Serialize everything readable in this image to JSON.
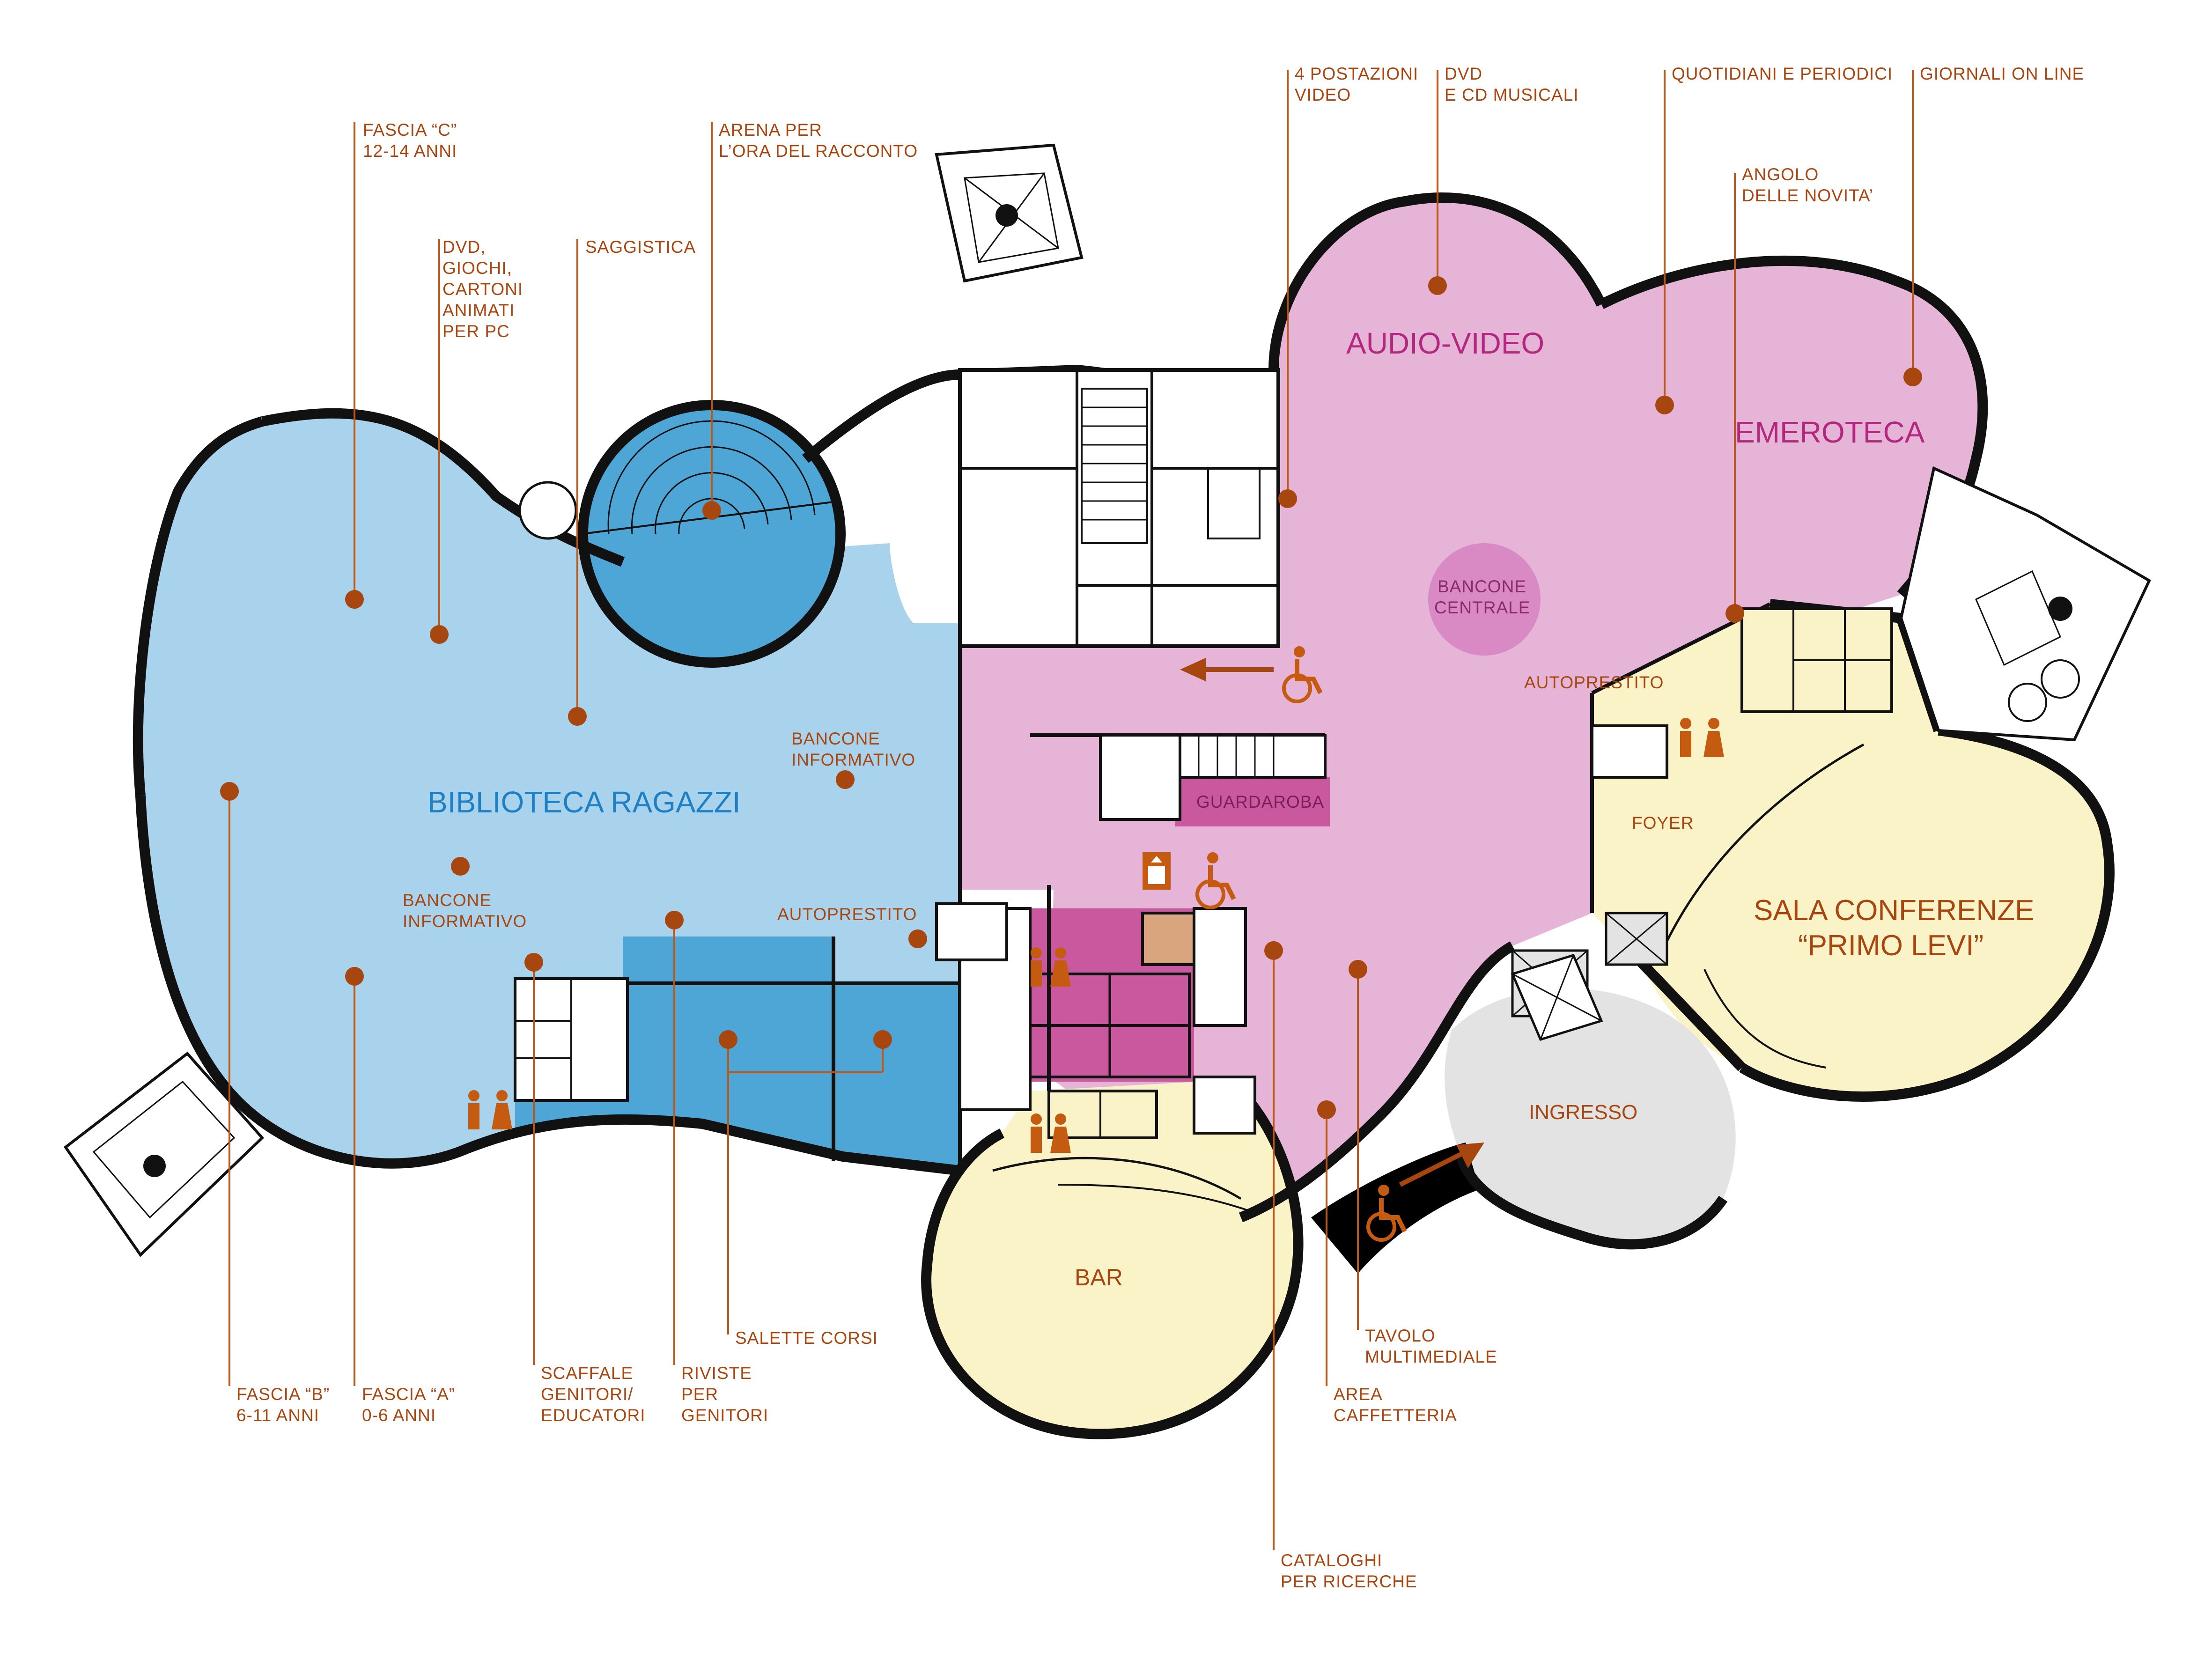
{
  "colors": {
    "ragazzi": "#a9d3ec",
    "ragazzi_dark": "#4da6d6",
    "audio_video": "#e6b4d6",
    "guardaroba": "#c9589f",
    "conferenze": "#fbf3c8",
    "ingresso": "#e3e3e3",
    "accent": "#a8460f"
  },
  "rooms": {
    "biblioteca_ragazzi": "BIBLIOTECA RAGAZZI",
    "audio_video": "AUDIO-VIDEO",
    "emeroteca": "EMEROTECA",
    "sala_conferenze_1": "SALA CONFERENZE",
    "sala_conferenze_2": "“PRIMO LEVI”",
    "bar": "BAR",
    "ingresso": "INGRESSO",
    "foyer": "FOYER",
    "guardaroba": "GUARDAROBA",
    "bancone_centrale_1": "BANCONE",
    "bancone_centrale_2": "CENTRALE"
  },
  "inner_labels": {
    "bancone_informativo_a": [
      "BANCONE",
      "INFORMATIVO"
    ],
    "bancone_informativo_b": [
      "BANCONE",
      "INFORMATIVO"
    ],
    "autoprestito_a": "AUTOPRESTITO",
    "autoprestito_b": "AUTOPRESTITO"
  },
  "callouts_top": {
    "fascia_c": [
      "FASCIA “C”",
      "12-14 ANNI"
    ],
    "arena": [
      "ARENA PER",
      "L’ORA DEL RACCONTO"
    ],
    "dvd_giochi": [
      "DVD,",
      "GIOCHI,",
      "CARTONI",
      "ANIMATI",
      "PER PC"
    ],
    "saggistica": [
      "SAGGISTICA"
    ],
    "postazioni_video": [
      "4 POSTAZIONI",
      "VIDEO"
    ],
    "dvd_cd": [
      "DVD",
      "E CD MUSICALI"
    ],
    "quotidiani": [
      "QUOTIDIANI E PERIODICI"
    ],
    "giornali": [
      "GIORNALI ON LINE"
    ],
    "angolo": [
      "ANGOLO",
      "DELLE NOVITA’"
    ]
  },
  "callouts_bottom": {
    "fascia_b": [
      "FASCIA “B”",
      "6-11 ANNI"
    ],
    "fascia_a": [
      "FASCIA “A”",
      "0-6 ANNI"
    ],
    "scaffale": [
      "SCAFFALE",
      "GENITORI/",
      "EDUCATORI"
    ],
    "riviste": [
      "RIVISTE",
      "PER",
      "GENITORI"
    ],
    "salette": [
      "SALETTE CORSI"
    ],
    "tavolo": [
      "TAVOLO",
      "MULTIMEDIALE"
    ],
    "area_caffetteria": [
      "AREA",
      "CAFFETTERIA"
    ],
    "cataloghi": [
      "CATALOGHI",
      "PER RICERCHE"
    ]
  },
  "icons": {
    "wheelchair": "wheelchair-icon",
    "elevator": "elevator-icon",
    "toilet_man": "man-icon",
    "toilet_woman": "woman-icon",
    "arrow": "direction-arrow-icon"
  }
}
